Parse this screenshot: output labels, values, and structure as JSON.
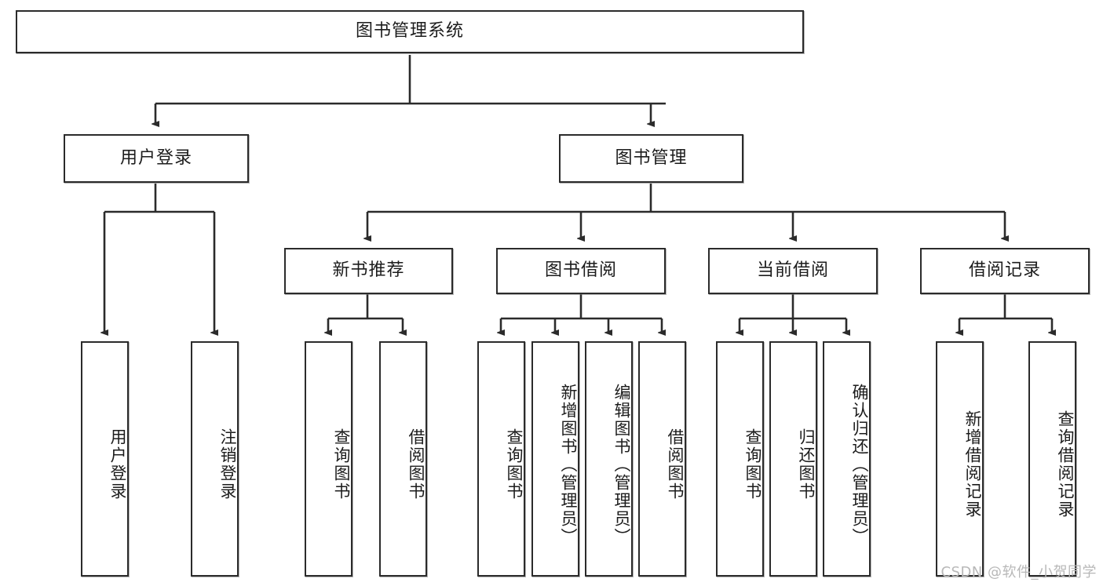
{
  "diagram": {
    "type": "tree-hierarchy",
    "title": "图书管理系统",
    "root": {
      "id": "root",
      "label": "图书管理系统"
    },
    "level2": [
      {
        "id": "user-login",
        "label": "用户登录"
      },
      {
        "id": "book-management",
        "label": "图书管理"
      }
    ],
    "level3": [
      {
        "id": "new-book-recommend",
        "label": "新书推荐",
        "parent": "book-management"
      },
      {
        "id": "book-borrow",
        "label": "图书借阅",
        "parent": "book-management"
      },
      {
        "id": "current-borrow",
        "label": "当前借阅",
        "parent": "book-management"
      },
      {
        "id": "borrow-record",
        "label": "借阅记录",
        "parent": "book-management"
      }
    ],
    "leaves": [
      {
        "id": "leaf-user-login",
        "label": "用户登录",
        "parent": "user-login"
      },
      {
        "id": "leaf-logout-login",
        "label": "注销登录",
        "parent": "user-login"
      },
      {
        "id": "leaf-query-book-1",
        "label": "查询图书",
        "parent": "new-book-recommend"
      },
      {
        "id": "leaf-borrow-book-1",
        "label": "借阅图书",
        "parent": "new-book-recommend"
      },
      {
        "id": "leaf-query-book-2",
        "label": "查询图书",
        "parent": "book-borrow"
      },
      {
        "id": "leaf-add-book",
        "label": "新增图书（管理员）",
        "parent": "book-borrow"
      },
      {
        "id": "leaf-edit-book",
        "label": "编辑图书（管理员）",
        "parent": "book-borrow"
      },
      {
        "id": "leaf-borrow-book-2",
        "label": "借阅图书",
        "parent": "book-borrow"
      },
      {
        "id": "leaf-query-book-3",
        "label": "查询图书",
        "parent": "current-borrow"
      },
      {
        "id": "leaf-return-book",
        "label": "归还图书",
        "parent": "current-borrow"
      },
      {
        "id": "leaf-confirm-return",
        "label": "确认归还（管理员）",
        "parent": "current-borrow"
      },
      {
        "id": "leaf-add-record",
        "label": "新增借阅记录",
        "parent": "borrow-record"
      },
      {
        "id": "leaf-query-record",
        "label": "查询借阅记录",
        "parent": "borrow-record"
      }
    ],
    "watermark": "CSDN @软件_小贺同学",
    "colors": {
      "stroke": "#2b2b2b",
      "fill": "#ffffff",
      "text": "#1c1c1c",
      "watermark": "#b8b8b8"
    }
  }
}
